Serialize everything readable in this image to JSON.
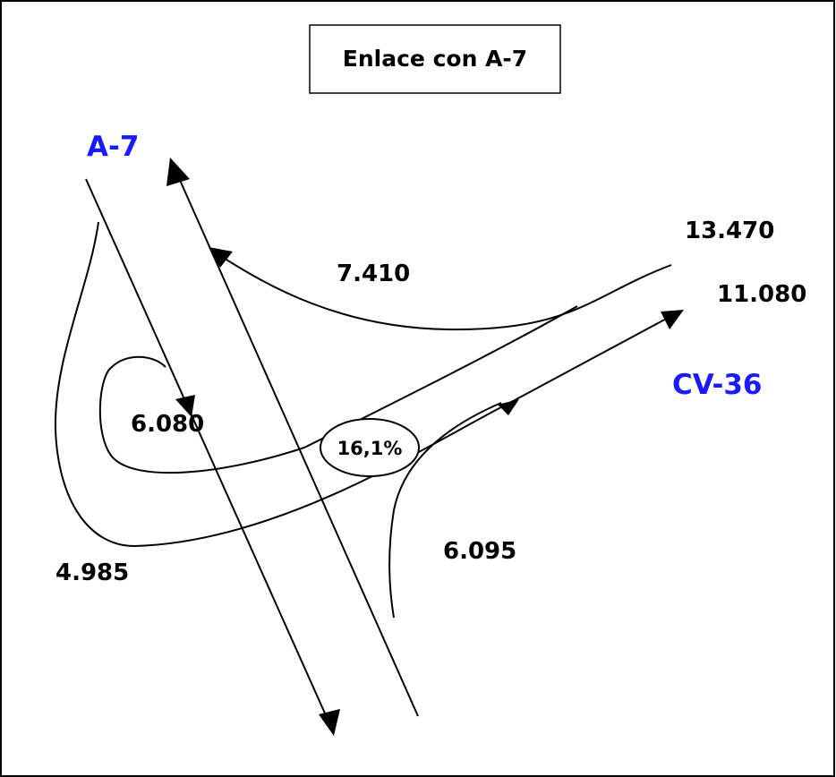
{
  "title": "Enlace con A-7",
  "roads": {
    "a7": {
      "label": "A-7",
      "color": "#1a1aff"
    },
    "cv36": {
      "label": "CV-36",
      "color": "#1a1aff"
    }
  },
  "values": {
    "v13470": "13.470",
    "v7410": "7.410",
    "v11080": "11.080",
    "v6080": "6.080",
    "v6095": "6.095",
    "v4985": "4.985"
  },
  "grade": "16,1%"
}
